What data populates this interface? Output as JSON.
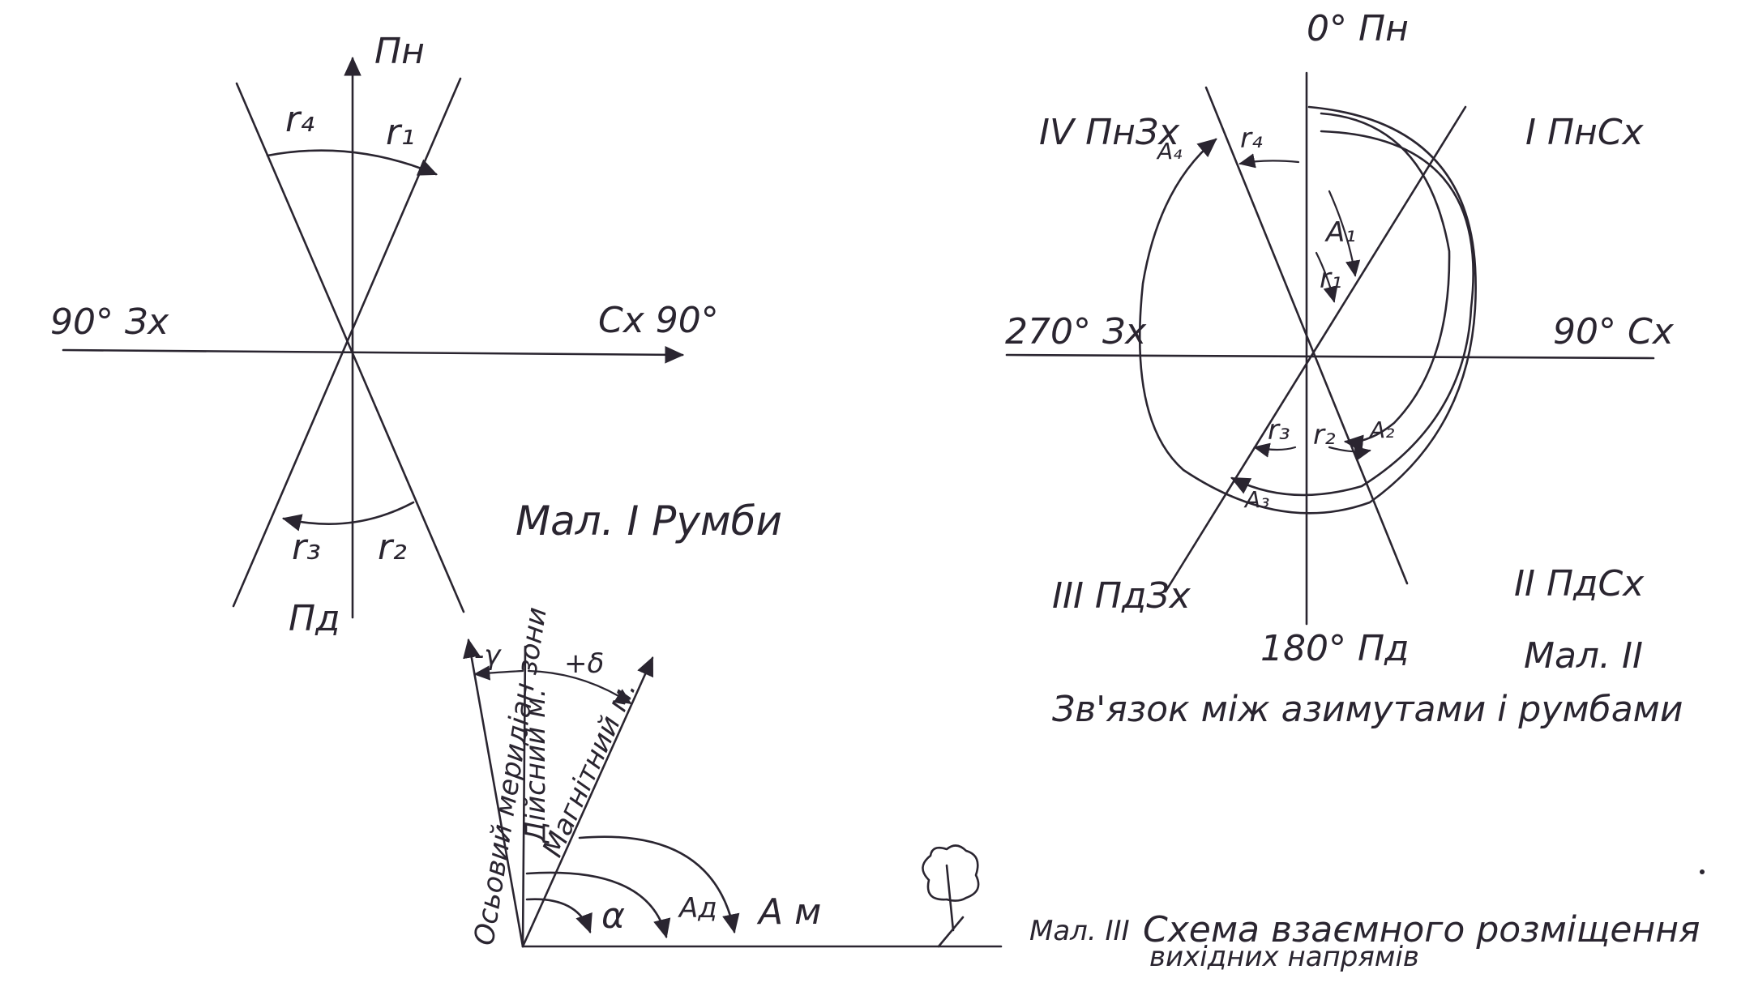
{
  "fig1": {
    "north": "Пн",
    "south": "Пд",
    "west": "90° Зх",
    "east": "Сх 90°",
    "r1": "r₁",
    "r2": "r₂",
    "r3": "r₃",
    "r4": "r₄",
    "caption": "Мал. І  Румби"
  },
  "fig2": {
    "north": "0° Пн",
    "east": "90° Сх",
    "south": "180° Пд",
    "west": "270° Зх",
    "q1": "І  ПнСх",
    "q2": "ІІ  ПдСх",
    "q3": "ІІІ  ПдЗх",
    "q4": "ІV  ПнЗх",
    "A1": "A₁",
    "A2": "A₂",
    "A3": "A₃",
    "A4": "A₄",
    "r1": "r₁",
    "r2": "r₂",
    "r3": "r₃",
    "r4": "r₄",
    "label": "Мал. ІІ",
    "caption": "Зв'язок між азимутами і румбами"
  },
  "fig3": {
    "axial_meridian": "Осьовий меридіан зони",
    "true_meridian": "Дійсний м.",
    "magnetic_meridian": "Магнітний м.",
    "gamma": "-γ",
    "delta": "+δ",
    "alpha": "α",
    "Ad": "Aд",
    "Am": "A м",
    "label": "Мал. ІІІ",
    "caption_line1": "Схема взаємного розміщення",
    "caption_line2": "вихідних напрямів"
  }
}
